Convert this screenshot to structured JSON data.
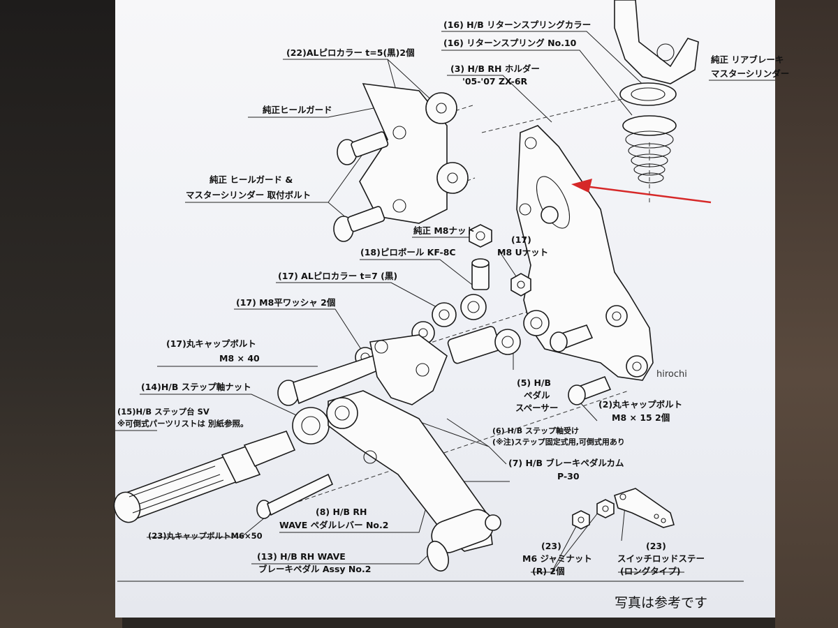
{
  "labels": {
    "l16a": "(16) H/B リターンスプリングカラー",
    "l16b": "(16) リターンスプリング No.10",
    "l3a": "(3) H/B RH ホルダー",
    "l3b": "'05-'07 ZX-6R",
    "l22": "(22)ALピロカラー t=5(黒)2個",
    "heelguard": "純正ヒールガード",
    "hg2a": "純正 ヒールガード &",
    "hg2b": "マスターシリンダー 取付ボルト",
    "masterA": "純正 リアブレーキ",
    "masterB": "マスターシリンダー",
    "m8nut": "純正 M8ナット",
    "l17ua": "(17)",
    "l17ub": "M8 Uナット",
    "l18": "(18)ピロボール KF-8C",
    "l17al": "(17) ALピロカラー t=7 (黒)",
    "l17w": "(17) M8平ワッシャ 2個",
    "l17ca": "(17)丸キャップボルト",
    "l17cb": "M8 × 40",
    "l14": "(14)H/B ステップ軸ナット",
    "l15a": "(15)H/B ステップ台 SV",
    "l15b": "※可倒式パーツリストは 別紙参照。",
    "l5a": "(5) H/B",
    "l5b": "ペダル",
    "l5c": "スペーサー",
    "l2a": "(2)丸キャップボルト",
    "l2b": "M8 × 15 2個",
    "l6a": "(6) H/B ステップ軸受け",
    "l6b": "(※注)ステップ固定式用,可倒式用あり",
    "l7a": "(7) H/B ブレーキペダルカム",
    "l7b": "P-30",
    "l8a": "(8) H/B RH",
    "l8b": "WAVE ペダルレバー No.2",
    "l23bolt": "(23)丸キャップボルトM6×50",
    "l13a": "(13) H/B RH WAVE",
    "l13b": "ブレーキペダル Assy No.2",
    "l23na": "(23)",
    "l23nb": "M6 ジャミナット",
    "l23nc": "(R) 2個",
    "l23sa": "(23)",
    "l23sb": "スイッチロッドステー",
    "l23sc": "(ロングタイプ)"
  },
  "watermark": "hirochi",
  "footer_note": "写真は参考です",
  "colors": {
    "arrow": "#d62828",
    "paper": "#f4f5f8",
    "ink": "#111111"
  }
}
